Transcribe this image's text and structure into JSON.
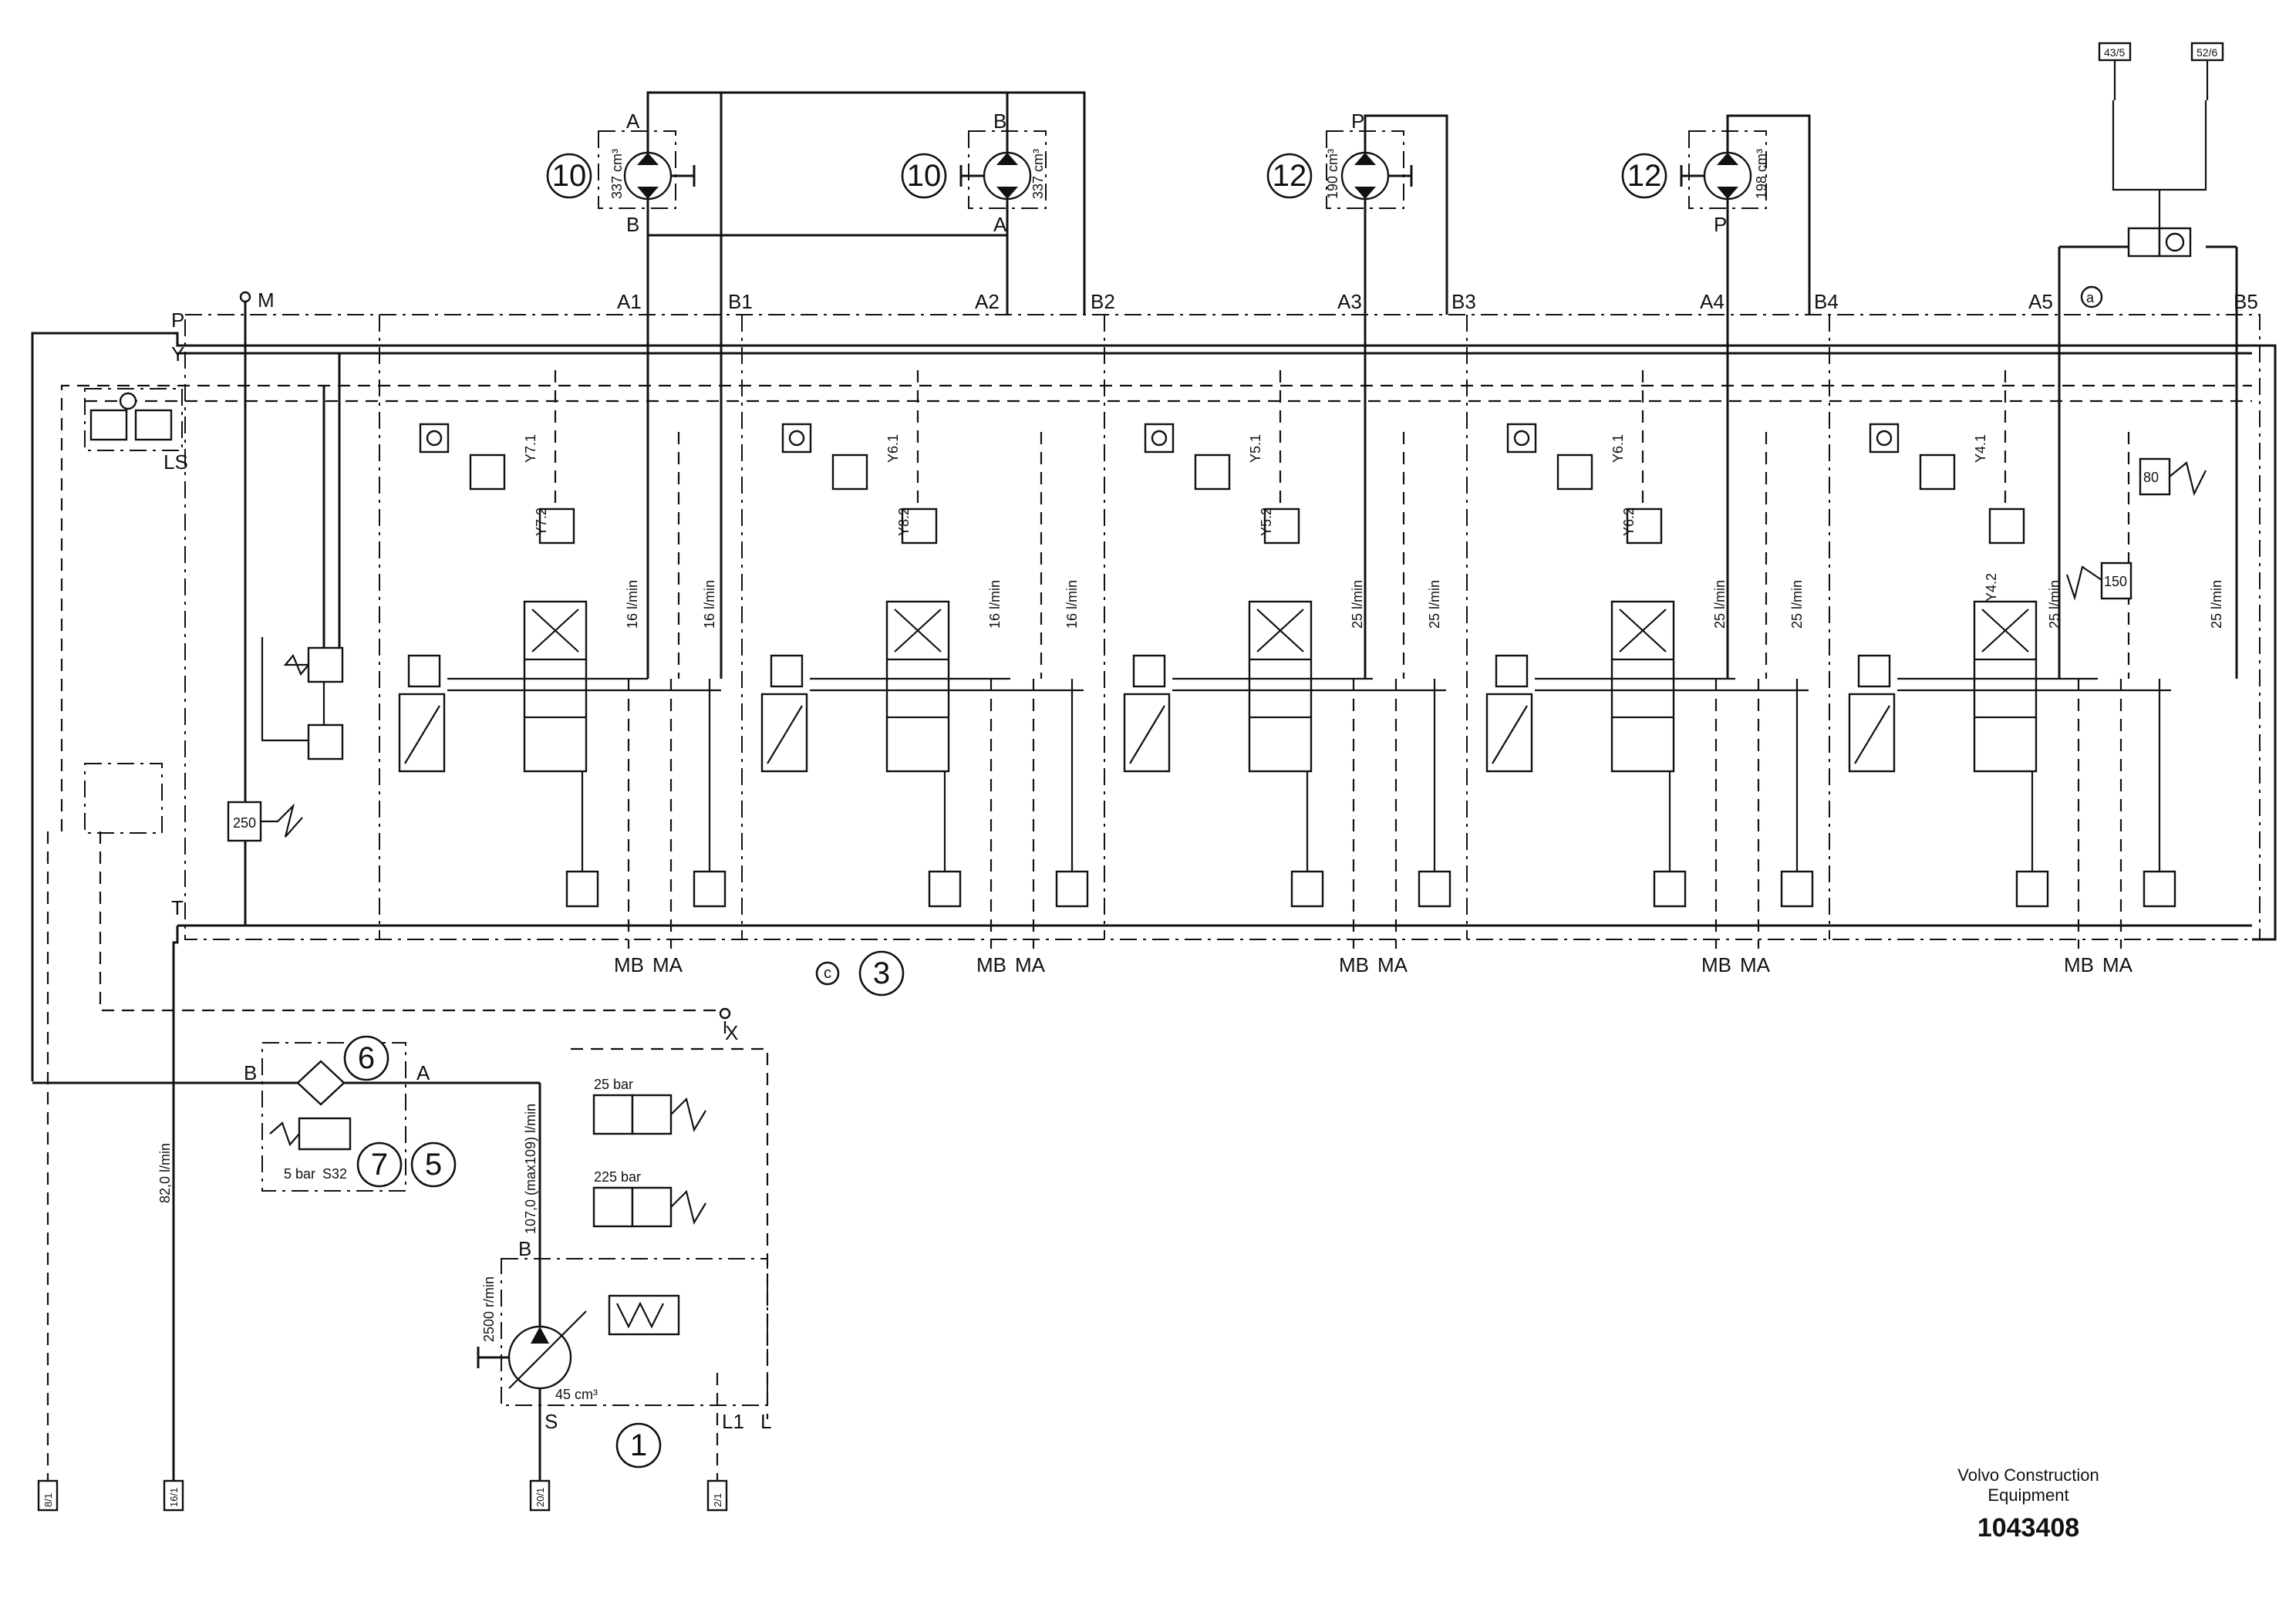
{
  "diagram": {
    "ports_top": [
      "P",
      "Y",
      "M",
      "LS",
      "T"
    ],
    "work_ports": [
      "A1",
      "B1",
      "A2",
      "B2",
      "A3",
      "B3",
      "A4",
      "B4",
      "A5",
      "B5"
    ],
    "gauge_ports": [
      "MB",
      "MA"
    ],
    "flows": [
      "16 l/min",
      "16 l/min",
      "25 l/min",
      "25 l/min",
      "25 l/min"
    ],
    "valve_tags": [
      "Y7.2",
      "Y7.1",
      "Y8.2",
      "Y6.1",
      "Y5.1",
      "Y5.2",
      "Y6.2",
      "Y4.1",
      "Y4.2"
    ],
    "relief_values": [
      "250",
      "80",
      "150"
    ],
    "motors": [
      {
        "callout": "10",
        "disp": "337 cm³",
        "top": "A",
        "bottom": "B"
      },
      {
        "callout": "10",
        "disp": "337 cm³",
        "top": "B",
        "bottom": "A"
      },
      {
        "callout": "12",
        "disp": "190 cm³",
        "top": "P",
        "bottom": ""
      },
      {
        "callout": "12",
        "disp": "198 cm³",
        "top": "",
        "bottom": "P"
      }
    ],
    "top_right_refs": [
      "43/5",
      "52/6"
    ],
    "circle_a": "a",
    "circle_c": "c",
    "callout_3": "3",
    "filter": {
      "b": "B",
      "a": "A",
      "callout_6": "6",
      "callout_7": "7",
      "callout_5": "5",
      "pressure": "5 bar",
      "switch": "S32"
    },
    "pump": {
      "callout": "1",
      "speed": "2500 r/min",
      "disp": "45 cm³",
      "flow": "107,0 (max109) l/min",
      "port_b": "B",
      "port_s": "S",
      "port_l1": "L1",
      "port_l": "L",
      "port_x": "X",
      "valve1": "25 bar",
      "valve2": "225 bar"
    },
    "return_flow": "82,0 l/min",
    "bottom_refs": [
      "8/1",
      "16/1",
      "20/1",
      "2/1"
    ]
  },
  "footer": {
    "company_line1": "Volvo Construction",
    "company_line2": "Equipment",
    "doc_number": "1043408"
  }
}
